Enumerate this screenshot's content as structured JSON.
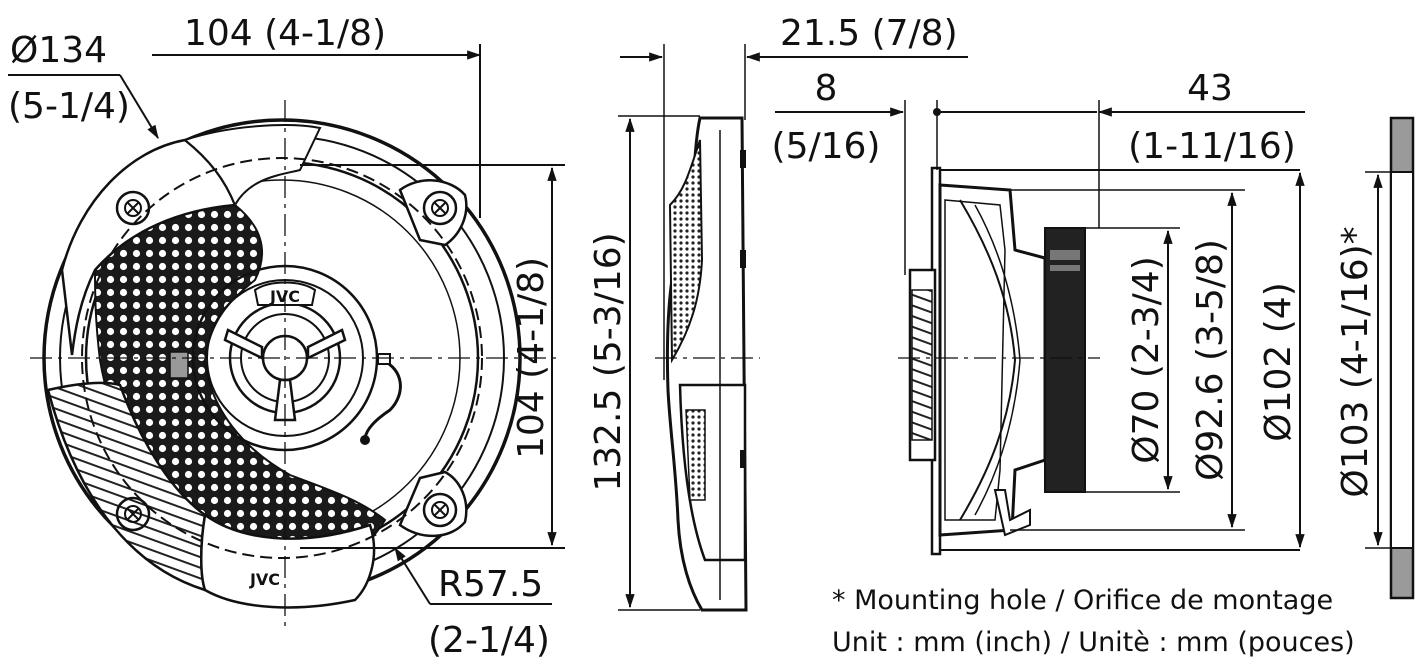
{
  "front_view": {
    "dim_width": "104 (4-1/8)",
    "dim_diameter_mm": "Ø134",
    "dim_diameter_in": "(5-1/4)",
    "dim_height": "104 (4-1/8)",
    "dim_radius_mm": "R57.5",
    "dim_radius_in": "(2-1/4)",
    "brand_cap": "JVC",
    "brand_grille": "JVC"
  },
  "side_view": {
    "dim_depth": "21.5 (7/8)",
    "dim_height": "132.5 (5-3/16)"
  },
  "section_view": {
    "dim_flange_mm": "8",
    "dim_flange_in": "(5/16)",
    "dim_depth_mm": "43",
    "dim_depth_in": "(1-11/16)",
    "dim_magnet": "Ø70 (2-3/4)",
    "dim_frame": "Ø92.6 (3-5/8)",
    "dim_outer": "Ø102 (4)",
    "dim_hole": "Ø103 (4-1/16)*"
  },
  "notes": {
    "mounting": "* Mounting hole / Orifice de montage",
    "unit": "Unit : mm (inch) / Unitè : mm (pouces)"
  },
  "colors": {
    "line": "#111111",
    "hatch": "#999999"
  }
}
